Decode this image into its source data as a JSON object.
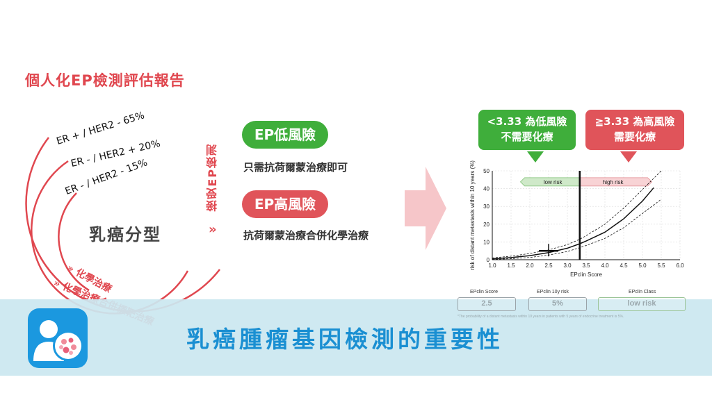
{
  "report_title": "個人化EP檢測評估報告",
  "subtypes": {
    "er_pos_her2_neg": "ER + / HER2 - 65%",
    "er_neg_her2_pos": "ER - / HER2 + 20%",
    "er_neg_her2_neg": "ER - / HER2 - 15%",
    "center_label": "乳癌分型"
  },
  "treatments": {
    "chemo": "» 化學治療",
    "combo": "» 化學治療合併標靶治療"
  },
  "ep_test_label": "接受EP檢測",
  "chevron": "»",
  "ep_low": {
    "label": "EP低風險",
    "desc": "只需抗荷爾蒙治療即可",
    "color": "#3fae3b"
  },
  "ep_high": {
    "label": "EP高風險",
    "desc": "抗荷爾蒙治療合併化學治療",
    "color": "#e0545a"
  },
  "risk_boxes": {
    "low_line1": "<3.33 為低風險",
    "low_line2": "不需要化療",
    "high_line1": "≧3.33 為高風險",
    "high_line2": "需要化療"
  },
  "chart_data": {
    "type": "line",
    "xlabel": "EPclin Score",
    "ylabel": "risk of distant metastasis within 10 years (%)",
    "xlim": [
      1.0,
      6.0
    ],
    "ylim": [
      0,
      50
    ],
    "x_ticks": [
      "1.0",
      "1.5",
      "2.0",
      "2.5",
      "3.0",
      "3.5",
      "4.0",
      "4.5",
      "5.0",
      "5.5",
      "6.0"
    ],
    "y_ticks": [
      "0",
      "10",
      "20",
      "30",
      "40",
      "50"
    ],
    "grid": true,
    "threshold": 3.33,
    "band_labels": {
      "low": "low risk",
      "high": "high risk"
    },
    "marker": {
      "x": 2.5,
      "y": 5
    },
    "series": [
      {
        "role": "estimate",
        "x": [
          1.0,
          1.5,
          2.0,
          2.5,
          3.0,
          3.33,
          3.5,
          4.0,
          4.5,
          5.0,
          5.3
        ],
        "y": [
          0.5,
          1.2,
          2.3,
          4.0,
          6.5,
          9.0,
          10.5,
          15.5,
          23.0,
          33.0,
          40.5
        ]
      },
      {
        "role": "upper_ci",
        "x": [
          1.0,
          1.5,
          2.0,
          2.5,
          3.0,
          3.33,
          3.5,
          4.0,
          4.5,
          5.0,
          5.5
        ],
        "y": [
          1.0,
          2.0,
          3.5,
          5.5,
          8.5,
          11.5,
          13.5,
          20.0,
          29.0,
          39.5,
          50.0
        ]
      },
      {
        "role": "lower_ci",
        "x": [
          1.0,
          1.5,
          2.0,
          2.5,
          3.0,
          3.33,
          3.5,
          4.0,
          4.5,
          5.0,
          5.5
        ],
        "y": [
          0.2,
          0.6,
          1.3,
          2.6,
          4.6,
          6.8,
          8.0,
          12.0,
          18.0,
          26.0,
          34.0
        ]
      }
    ]
  },
  "table": {
    "score_head": "EPclin Score",
    "risk_head": "EPclin 10y risk",
    "class_head": "EPclin Class",
    "score_val": "2.5",
    "risk_val": "5%",
    "class_val": "low risk",
    "note": "*The probability of a distant metastasis within 10 years in patients with 5 years of endocrine treatment is 5%."
  },
  "main_title": "乳癌腫瘤基因檢測的重要性",
  "colors": {
    "accent_red": "#e0474f",
    "green": "#3fae3b",
    "blue": "#1a8fd2"
  }
}
